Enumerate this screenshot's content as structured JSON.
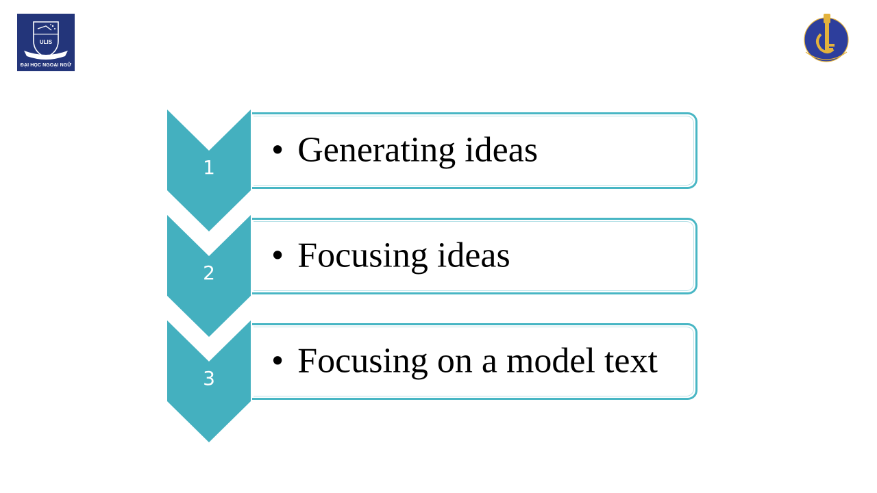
{
  "slide": {
    "logo_left": {
      "icon": "ulis-crest-icon",
      "caption": "ĐẠI HỌC NGOẠI NGỮ",
      "colors": {
        "background": "#23357a",
        "emblem": "#ffffff"
      }
    },
    "logo_right": {
      "icon": "national-foreign-language-project-icon",
      "colors": {
        "circle": "#2d3e9c",
        "key": "#e3b23c"
      }
    },
    "accent_color": "#44b0bf",
    "steps": [
      {
        "number": "1",
        "bullet": "•",
        "text": "Generating ideas"
      },
      {
        "number": "2",
        "bullet": "•",
        "text": "Focusing ideas"
      },
      {
        "number": "3",
        "bullet": "•",
        "text": "Focusing on a model text"
      }
    ]
  }
}
